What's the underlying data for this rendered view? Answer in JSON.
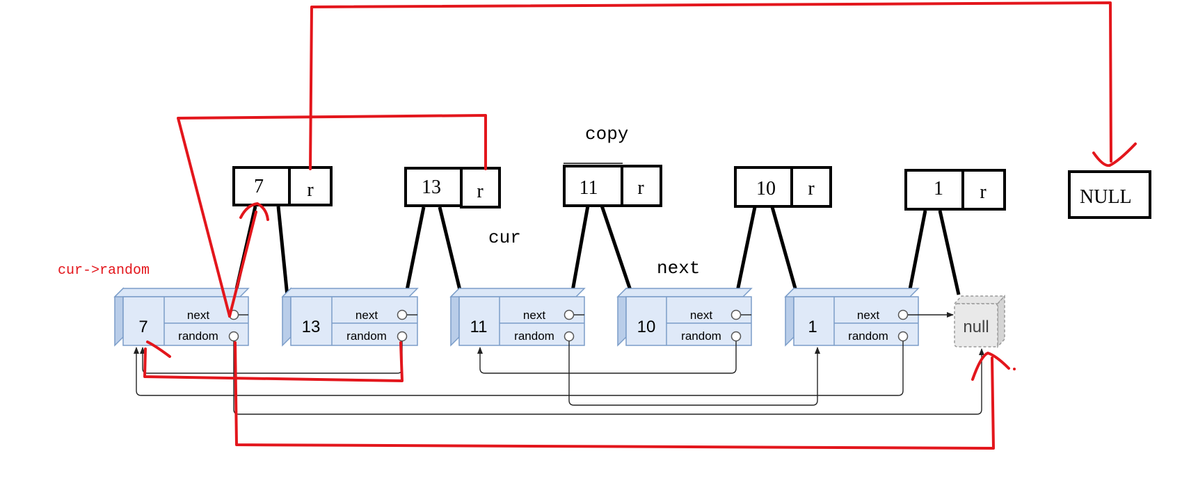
{
  "copy_boxes": [
    {
      "val": "7",
      "ptr": "r"
    },
    {
      "val": "13",
      "ptr": "r"
    },
    {
      "val": "11",
      "ptr": "r"
    },
    {
      "val": "10",
      "ptr": "r"
    },
    {
      "val": "1",
      "ptr": "r"
    }
  ],
  "null_box": "NULL",
  "labels": {
    "copy": "copy",
    "cur": "cur",
    "next": "next",
    "cur_random": "cur->random"
  },
  "nodes": [
    {
      "val": "7",
      "next_label": "next",
      "random_label": "random"
    },
    {
      "val": "13",
      "next_label": "next",
      "random_label": "random"
    },
    {
      "val": "11",
      "next_label": "next",
      "random_label": "random"
    },
    {
      "val": "10",
      "next_label": "next",
      "random_label": "random"
    },
    {
      "val": "1",
      "next_label": "next",
      "random_label": "random"
    }
  ],
  "null_node": "null",
  "colors": {
    "annotation_red": "#e3161c",
    "node_fill": "#dfe9f8",
    "node_border": "#7a9cc8"
  }
}
